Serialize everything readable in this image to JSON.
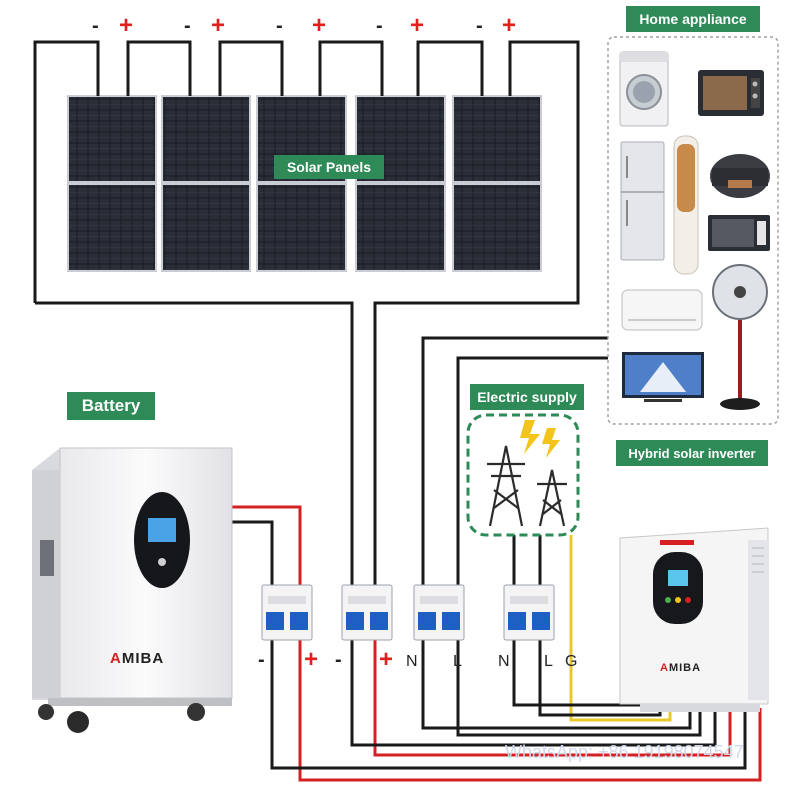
{
  "labels": {
    "solar_panels": "Solar Panels",
    "home_appliance": "Home appliance",
    "battery": "Battery",
    "electric_supply": "Electric supply",
    "hybrid_inverter": "Hybrid solar inverter"
  },
  "panel_polarity": {
    "negative": "-",
    "positive": "+"
  },
  "panel_count": 5,
  "battery_terminals": {
    "negative": "-",
    "positive": "+"
  },
  "pv_terminals": {
    "negative": "-",
    "positive": "+"
  },
  "ac_in_terminals": {
    "neutral": "N",
    "line": "L"
  },
  "ac_out_terminals": {
    "neutral": "N",
    "line": "L",
    "ground": "G"
  },
  "brand": {
    "accent_letter": "A",
    "rest": "MIBA"
  },
  "watermark": "WhatsApp: +86 19198074547",
  "colors": {
    "label_green": "#2e8a56",
    "wire_black": "#1a1a1a",
    "wire_red": "#d42020",
    "wire_yellow": "#e8c82a",
    "breaker_blue": "#1e5fc4"
  },
  "appliances": [
    "washing-machine",
    "oven",
    "refrigerator",
    "air-conditioner-tower",
    "rice-cooker",
    "microwave",
    "wall-air-conditioner",
    "stand-fan",
    "television"
  ]
}
